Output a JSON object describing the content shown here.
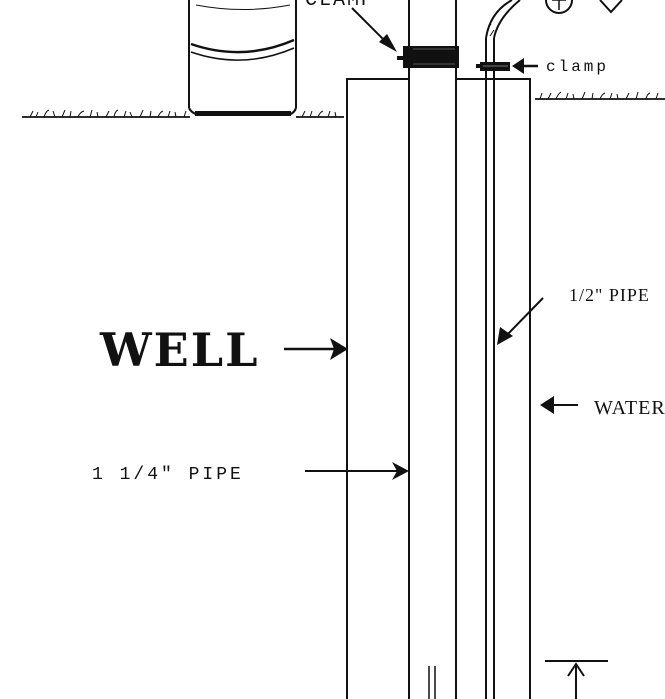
{
  "labels": {
    "clamp_top": "CLAMP",
    "clamp_right": "clamp",
    "well": "WELL",
    "half_inch_pipe": "1/2\" PIPE",
    "water": "WATER",
    "inch_quarter_pipe": "1 1/4\" PIPE"
  },
  "colors": {
    "ink": "#111111",
    "background": "#ffffff"
  }
}
